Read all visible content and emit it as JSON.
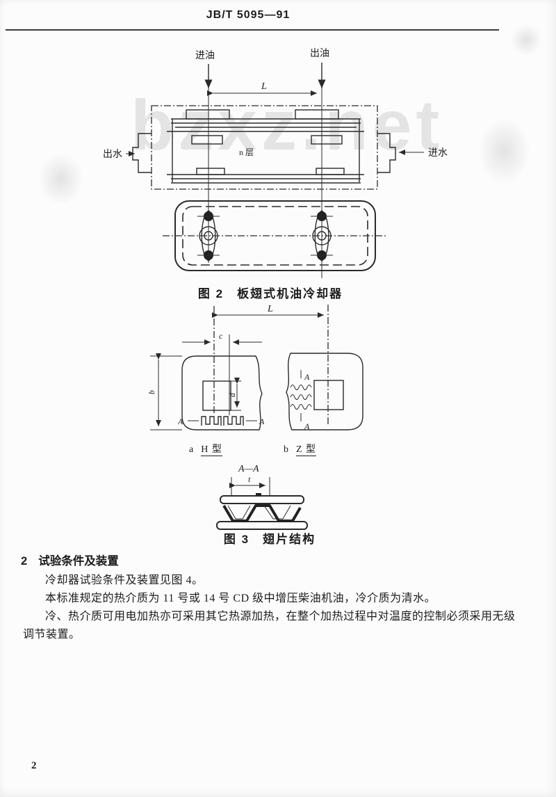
{
  "colors": {
    "ink": "#1c1c1c",
    "line": "#2a2a2a",
    "watermark": "#e4e4e4",
    "paper": "#fcfcfc"
  },
  "header": {
    "standard_code": "JB/T 5095—91"
  },
  "watermark": {
    "text": "bzxz.net"
  },
  "figure2": {
    "label_oil_in": "进油",
    "label_oil_out": "出油",
    "dim_length": "L",
    "label_water_out": "出水",
    "label_water_in": "进水",
    "label_layers": "n 层",
    "caption": "图 2　板翅式机油冷却器"
  },
  "figure_dims": {
    "dim_length": "L",
    "dim_c": "c",
    "dim_b": "b",
    "dim_d": "d",
    "section_mark": "A",
    "label_a": "a",
    "label_h_type": "H 型",
    "label_b": "b",
    "label_z_type": "Z 型"
  },
  "figure3": {
    "section_label": "A—A",
    "dim_t": "t",
    "caption": "图 3　翅片结构"
  },
  "section2": {
    "number": "2",
    "title": "试验条件及装置",
    "paragraphs": [
      "冷却器试验条件及装置见图 4。",
      "本标准规定的热介质为 11 号或 14 号 CD 级中增压柴油机油，冷介质为清水。",
      "冷、热介质可用电加热亦可采用其它热源加热，在整个加热过程中对温度的控制必须采用无级调节装置。"
    ]
  },
  "footer": {
    "page_number": "2"
  }
}
